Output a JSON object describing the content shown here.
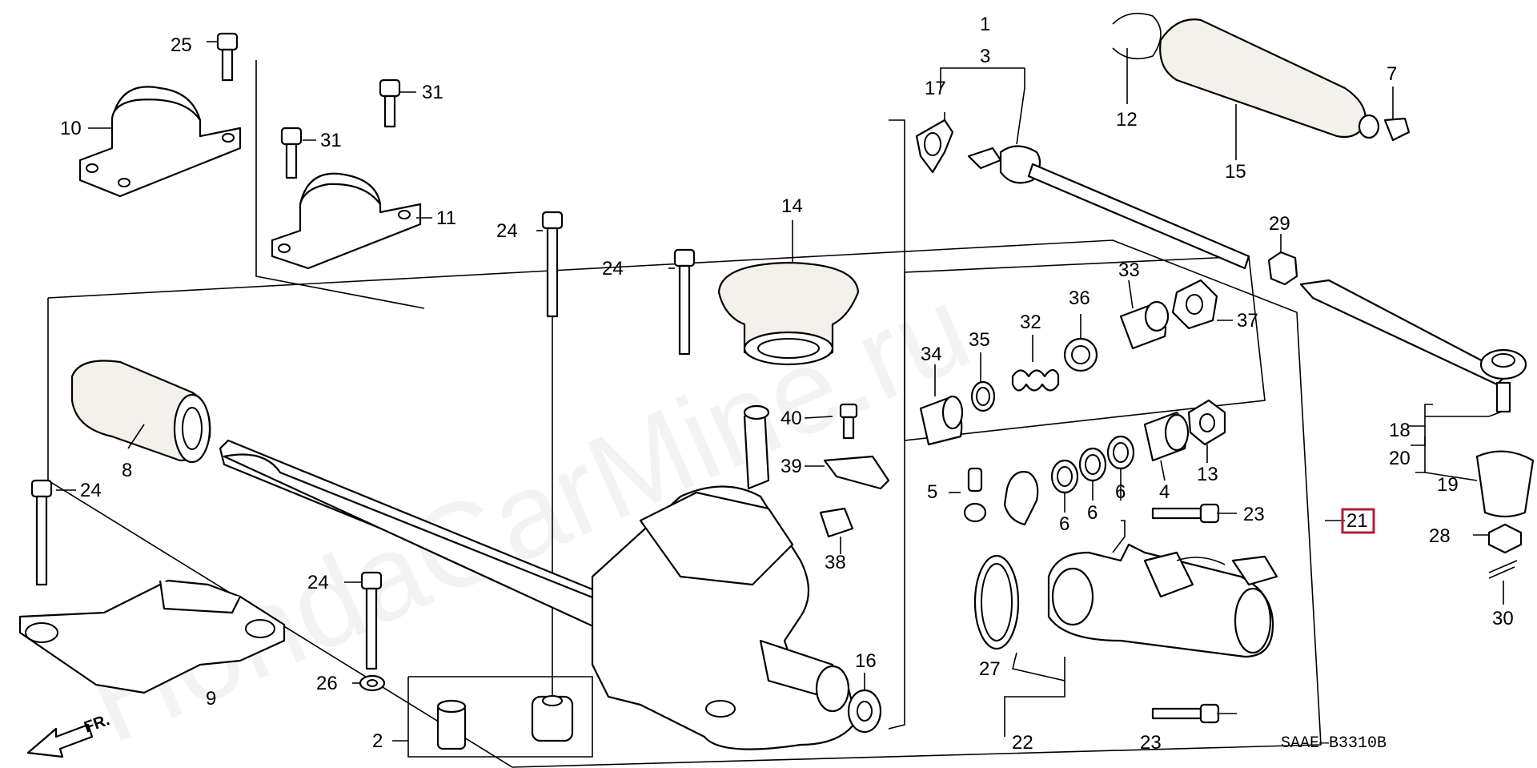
{
  "watermark": "HondaCarMine.ru",
  "diagram_code": "SAAE—B3310B",
  "front_indicator": "FR.",
  "highlighted_callout": "21",
  "callouts": {
    "c1": "1",
    "c2": "2",
    "c3": "3",
    "c4": "4",
    "c5": "5",
    "c6a": "6",
    "c6b": "6",
    "c6c": "6",
    "c7": "7",
    "c8": "8",
    "c9": "9",
    "c10": "10",
    "c11": "11",
    "c12": "12",
    "c13": "13",
    "c14": "14",
    "c15": "15",
    "c16": "16",
    "c17": "17",
    "c18": "18",
    "c19": "19",
    "c20": "20",
    "c21": "21",
    "c22": "22",
    "c23a": "23",
    "c23b": "23",
    "c24a": "24",
    "c24b": "24",
    "c24c": "24",
    "c24d": "24",
    "c25": "25",
    "c26": "26",
    "c27": "27",
    "c28": "28",
    "c29": "29",
    "c30": "30",
    "c31a": "31",
    "c31b": "31",
    "c32": "32",
    "c33": "33",
    "c34": "34",
    "c35": "35",
    "c36": "36",
    "c37": "37",
    "c38": "38",
    "c39": "39",
    "c40": "40"
  },
  "colors": {
    "highlight": "#b01e3c",
    "line": "#000000",
    "background": "#ffffff"
  }
}
